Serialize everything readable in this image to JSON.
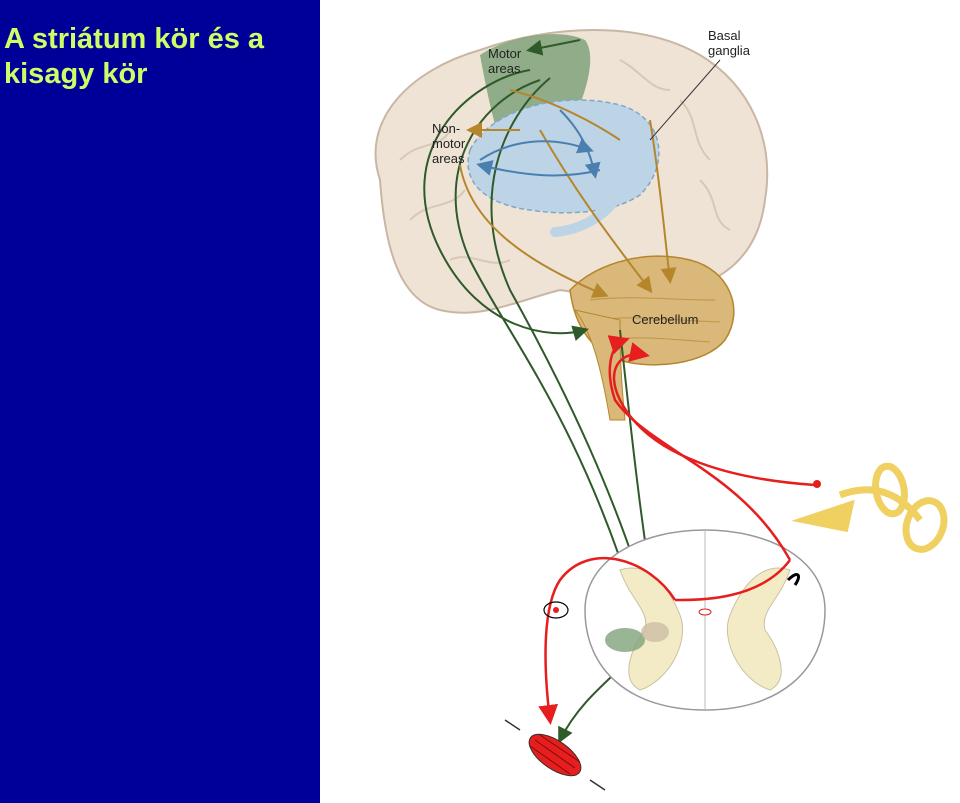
{
  "slide": {
    "title_line1": "A striátum kör és a",
    "title_line2": "kisagy kör",
    "background_color": "#000099",
    "title_color": "#ccff66"
  },
  "figure": {
    "labels": {
      "motor_areas_1": "Motor",
      "motor_areas_2": "areas",
      "basal_1": "Basal",
      "basal_2": "ganglia",
      "nonmotor_1": "Non-",
      "nonmotor_2": "motor",
      "nonmotor_3": "areas",
      "cerebellum": "Cerebellum"
    },
    "colors": {
      "cortex": "#efe3d6",
      "motor_area": "#7fa27a",
      "basal_ganglia": "#bcd4e6",
      "cerebellum": "#d9b87a",
      "green_pathway": "#2f5a2a",
      "orange_pathway": "#b5862c",
      "blue_pathway": "#4a7fb0",
      "red_pathway": "#e61e1e",
      "inner_ear": "#f0d060",
      "spinal_gray": "#f3ebc6"
    }
  }
}
